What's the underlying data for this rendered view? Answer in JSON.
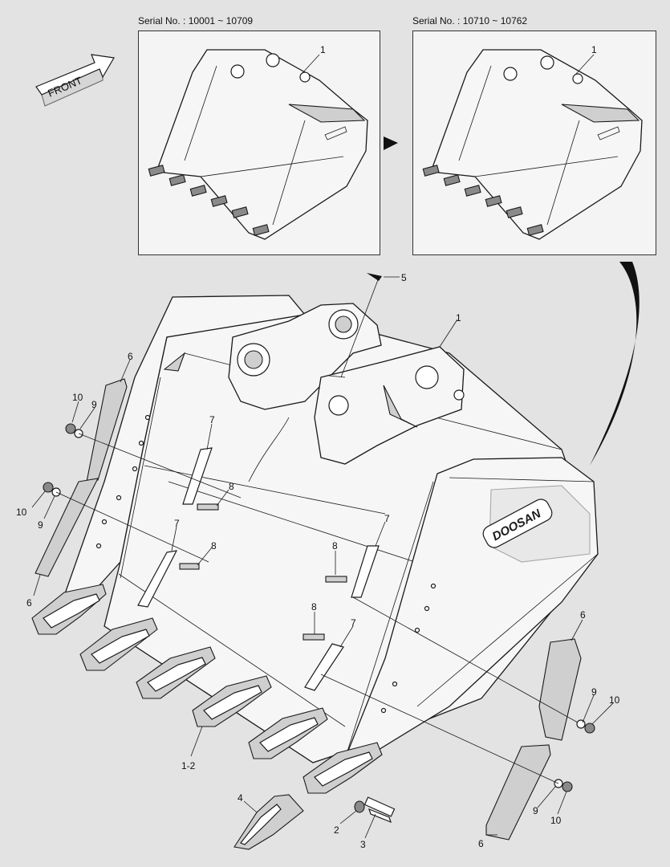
{
  "header": {
    "serial_left": "Serial No. : 10001 ~ 10709",
    "serial_right": "Serial No. : 10710 ~ 10762",
    "front_label": "FRONT",
    "brand_text": "DOOSAN"
  },
  "callouts": {
    "thumb_left": "1",
    "thumb_right": "1",
    "c5": "5",
    "c1_main": "1",
    "c6_tl": "6",
    "c10_a": "10",
    "c9_a": "9",
    "c10_b": "10",
    "c9_b": "9",
    "c6_ml": "6",
    "c7_a": "7",
    "c8_a": "8",
    "c7_b": "7",
    "c8_b": "8",
    "c7_c": "7",
    "c8_c": "8",
    "c8_d": "8",
    "c7_d": "7",
    "c6_r1": "6",
    "c9_c": "9",
    "c10_c": "10",
    "c12": "1-2",
    "c4": "4",
    "c2": "2",
    "c3": "3",
    "c9_d": "9",
    "c10_d": "10",
    "c6_r2": "6"
  }
}
